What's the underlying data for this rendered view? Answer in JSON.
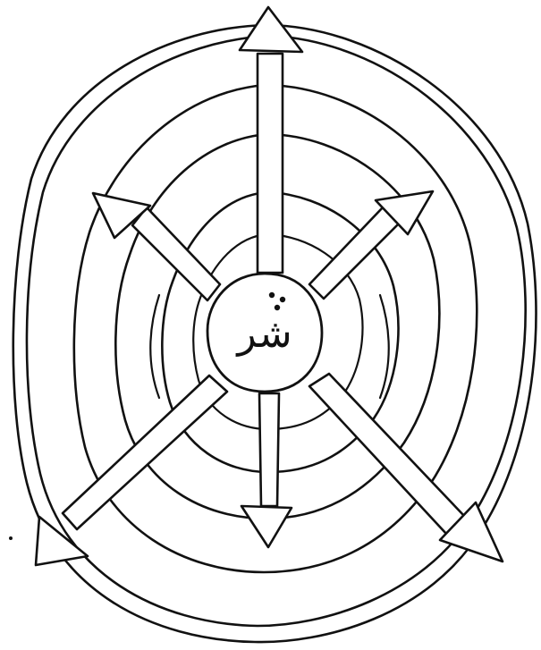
{
  "diagram": {
    "center_label": "شر",
    "arrow_count": 6,
    "ring_count": 5,
    "stroke_color": "#111111",
    "background_color": "#ffffff"
  }
}
